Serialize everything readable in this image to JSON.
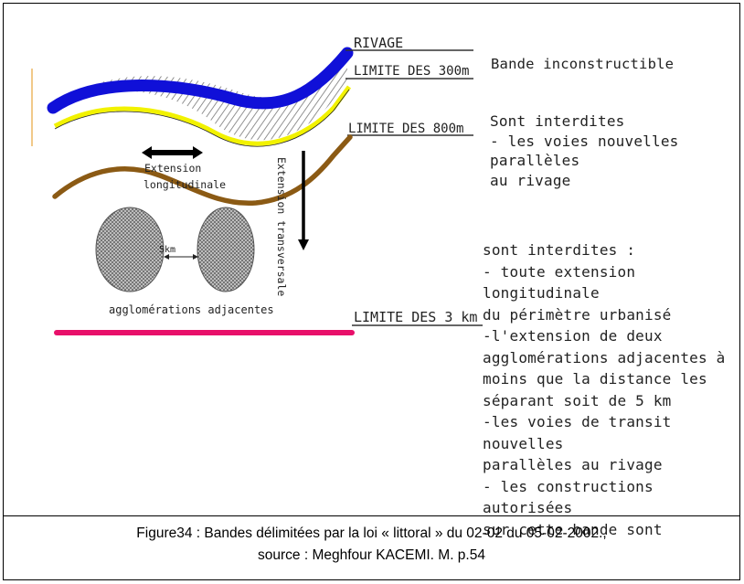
{
  "labels": {
    "rivage": "RIVAGE",
    "limite_300": "LIMITE DES 300m",
    "limite_800": "LIMITE DES 800m",
    "limite_3km": "LIMITE DES 3 km",
    "extension_longitudinale_1": "Extension",
    "extension_longitudinale_2": "longitudinale",
    "extension_transversale": "Extension transversale",
    "distance_5km": "5km",
    "agglomerations": "agglomérations adjacentes"
  },
  "notes": {
    "bande_300": "Bande inconstructible",
    "bande_800": [
      "Sont interdites",
      "- les voies nouvelles parallèles",
      "au rivage"
    ],
    "bande_3km": [
      "sont interdites :",
      "- toute extension longitudinale",
      "du périmètre urbanisé",
      "-l'extension de deux",
      "agglomérations adjacentes à",
      "moins que la distance les",
      "séparant soit de 5 km",
      "-les voies de transit nouvelles",
      "parallèles au rivage",
      "- les constructions autorisées",
      "sur cette bande sont"
    ]
  },
  "caption": {
    "line1": "Figure34 : Bandes délimitées par la loi « littoral » du 02-02 du 05-02-2002.,",
    "line2": "source : Meghfour KACEMI. M. p.54"
  },
  "colors": {
    "rivage": "#1010d8",
    "band_300": "#f2f200",
    "limite_800": "#8b5a14",
    "limite_3km": "#e8106a",
    "agglomeration_fill": "#9a9a9a"
  }
}
